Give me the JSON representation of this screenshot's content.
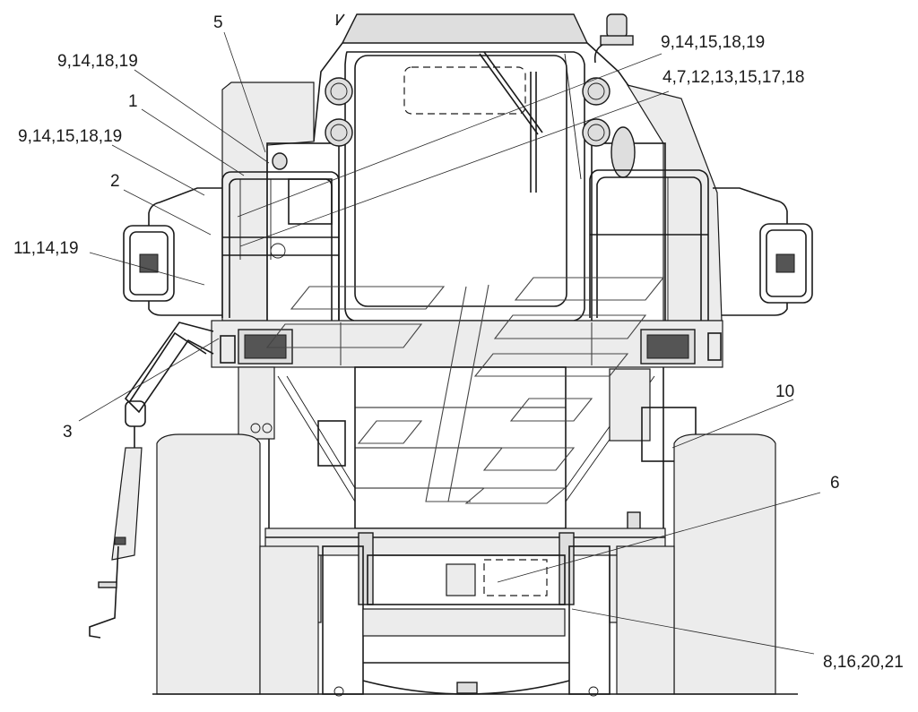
{
  "callouts": [
    {
      "id": "c1",
      "text": "5"
    },
    {
      "id": "c2",
      "text": "9,14,18,19"
    },
    {
      "id": "c3",
      "text": "1"
    },
    {
      "id": "c4",
      "text": "9,14,15,18,19"
    },
    {
      "id": "c5",
      "text": "2"
    },
    {
      "id": "c6",
      "text": "11,14,19"
    },
    {
      "id": "c7",
      "text": "3"
    },
    {
      "id": "c8",
      "text": "9,14,15,18,19"
    },
    {
      "id": "c9",
      "text": "4,7,12,13,15,17,18"
    },
    {
      "id": "c10",
      "text": "10"
    },
    {
      "id": "c11",
      "text": "6"
    },
    {
      "id": "c12",
      "text": "8,16,20,21"
    }
  ]
}
